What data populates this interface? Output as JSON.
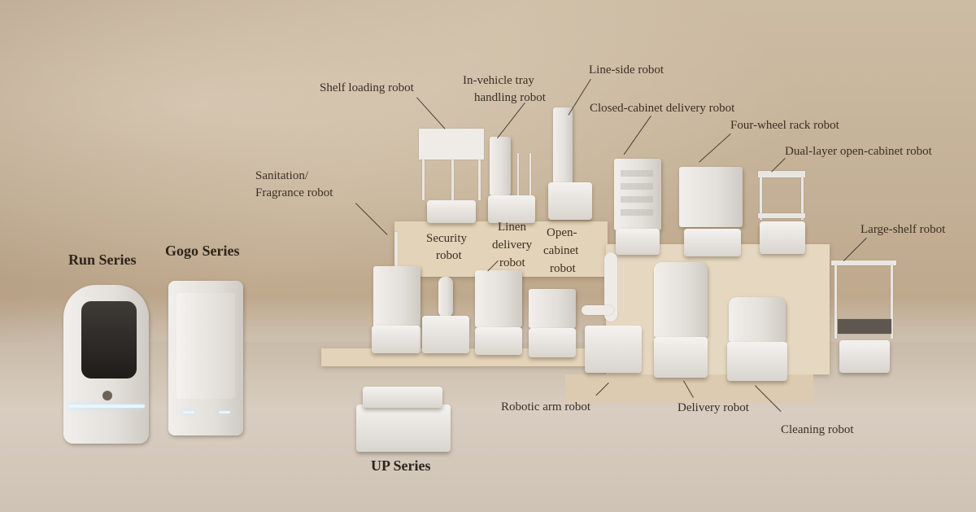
{
  "series_labels": {
    "run": "Run Series",
    "gogo": "Gogo Series",
    "up": "UP Series"
  },
  "robot_labels": {
    "shelf_loading": "Shelf loading robot",
    "in_vehicle_tray_1": "In-vehicle tray",
    "in_vehicle_tray_2": "handling robot",
    "line_side": "Line-side robot",
    "closed_cabinet": "Closed-cabinet delivery robot",
    "four_wheel_rack": "Four-wheel rack robot",
    "dual_layer": "Dual-layer open-cabinet robot",
    "sanitation_1": "Sanitation/",
    "sanitation_2": "Fragrance robot",
    "security_1": "Security",
    "security_2": "robot",
    "linen_1": "Linen",
    "linen_2": "delivery",
    "linen_3": "robot",
    "open_cabinet_1": "Open-",
    "open_cabinet_2": "cabinet",
    "open_cabinet_3": "robot",
    "large_shelf": "Large-shelf robot",
    "robotic_arm": "Robotic arm robot",
    "delivery": "Delivery robot",
    "cleaning": "Cleaning robot"
  },
  "colors": {
    "backdrop": "#c4b197",
    "platform": "#e3d3b8",
    "robot_white": "#ece9e5",
    "label_text": "#3b2f25"
  }
}
